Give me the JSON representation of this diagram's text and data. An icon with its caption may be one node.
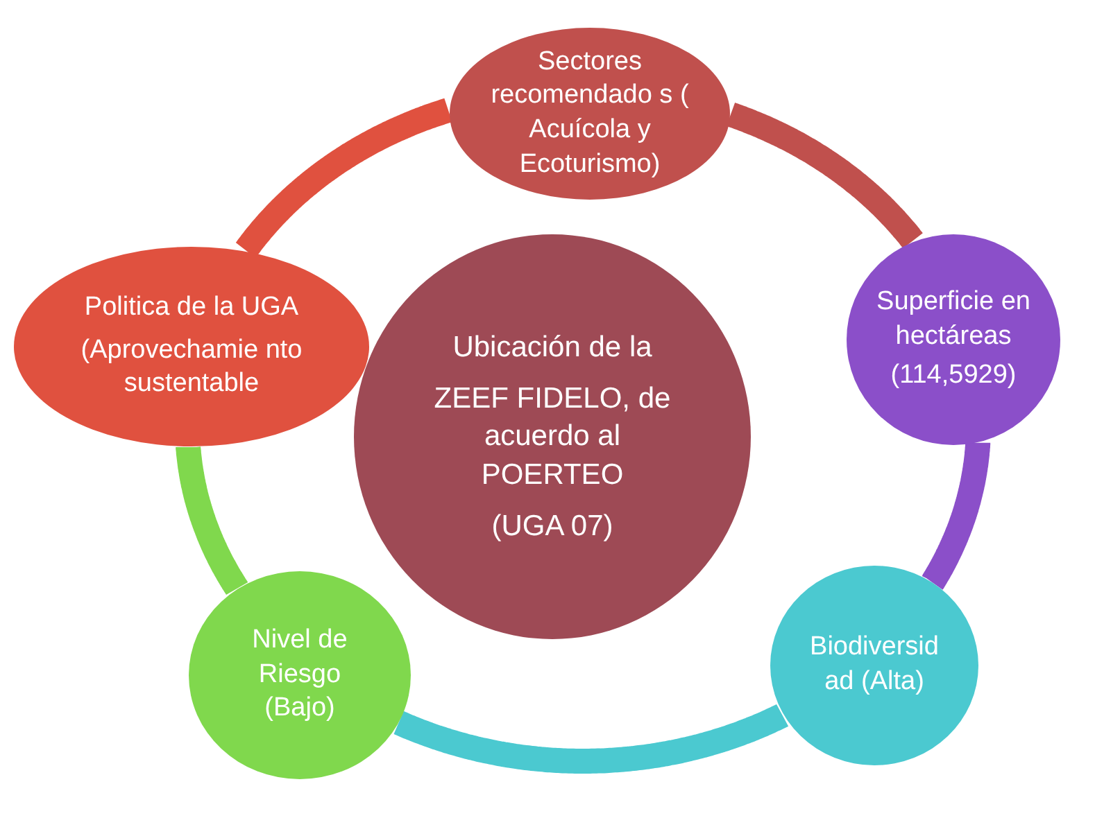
{
  "diagram": {
    "nodes": [
      {
        "text": [
          "Sectores recomendado s ( Acuícola y Ecoturismo)"
        ]
      },
      {
        "text": [
          "Politica de la UGA",
          "(Aprovechamie nto sustentable"
        ]
      },
      {
        "text": [
          "Ubicación de la",
          "ZEEF FIDELO, de acuerdo al POERTEO",
          "(UGA 07)"
        ]
      },
      {
        "text": [
          "Superficie en hectáreas",
          "(114,5929)"
        ]
      },
      {
        "text": [
          "Nivel de Riesgo (Bajo)"
        ]
      },
      {
        "text": [
          "Biodiversid ad (Alta)"
        ]
      }
    ],
    "edges": [
      {
        "from": 1,
        "to": 0,
        "arrow": "none",
        "color": "#e0513f"
      },
      {
        "from": 0,
        "to": 3,
        "arrow": "none",
        "color": "#c0504d"
      },
      {
        "from": 3,
        "to": 5,
        "arrow": "none",
        "color": "#8b4fc9"
      },
      {
        "from": 5,
        "to": 4,
        "arrow": "none",
        "color": "#4bc9d0"
      },
      {
        "from": 4,
        "to": 1,
        "arrow": "none",
        "color": "#80d84d"
      }
    ]
  }
}
